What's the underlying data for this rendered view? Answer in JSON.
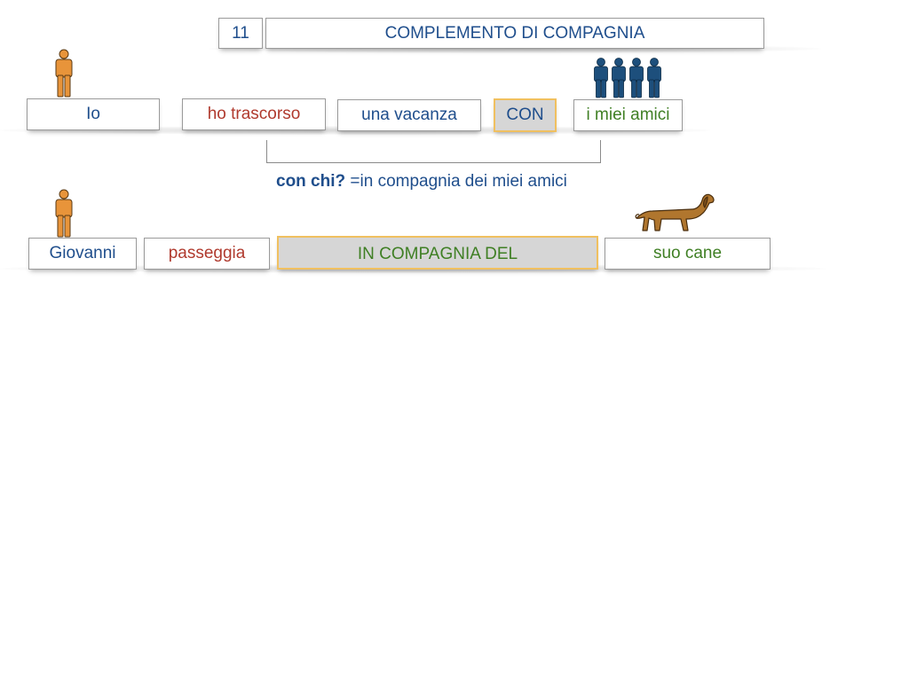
{
  "header": {
    "number": "11",
    "title": "COMPLEMENTO DI COMPAGNIA"
  },
  "sentence1": {
    "subject": "Io",
    "verb": "ho trascorso",
    "object": "una vacanza",
    "preposition": "CON",
    "complement": "i miei amici"
  },
  "question": {
    "bold": "con chi?",
    "answer": "=in compagnia dei miei amici"
  },
  "sentence2": {
    "subject": "Giovanni",
    "verb": "passeggia",
    "preposition": "IN COMPAGNIA DEL",
    "complement": "suo cane"
  },
  "colors": {
    "subject": "#1f4e8c",
    "verb": "#b03a2e",
    "complement": "#3f7f24",
    "highlight_border": "#f0c060",
    "person_orange": "#e8943a",
    "person_blue": "#1d4f7c",
    "dog_brown": "#b0762e"
  },
  "icons": [
    "person-icon",
    "group-icon",
    "person-icon",
    "dog-icon"
  ]
}
